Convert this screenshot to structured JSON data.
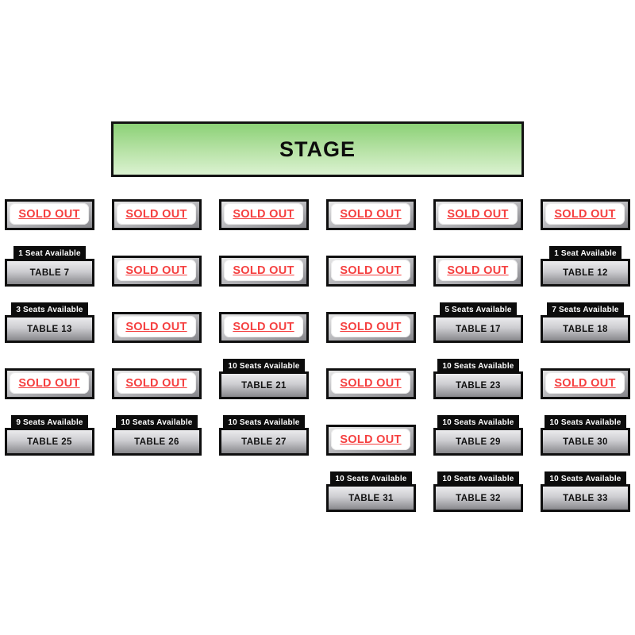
{
  "stage": {
    "label": "STAGE",
    "gradient_top": "#8cd177",
    "gradient_bottom": "#dbf2d1"
  },
  "colors": {
    "sold_out_text": "#f54040",
    "badge_background": "#0c0c0c",
    "badge_text": "#ffffff",
    "border_black": "#0f0f0f",
    "metal_light": "#ebebed",
    "metal_dark": "#88888c"
  },
  "tables": [
    {
      "row": 1,
      "col": 1,
      "status": "sold_out",
      "label": "SOLD OUT"
    },
    {
      "row": 1,
      "col": 2,
      "status": "sold_out",
      "label": "SOLD OUT"
    },
    {
      "row": 1,
      "col": 3,
      "status": "sold_out",
      "label": "SOLD OUT"
    },
    {
      "row": 1,
      "col": 4,
      "status": "sold_out",
      "label": "SOLD OUT"
    },
    {
      "row": 1,
      "col": 5,
      "status": "sold_out",
      "label": "SOLD OUT"
    },
    {
      "row": 1,
      "col": 6,
      "status": "sold_out",
      "label": "SOLD OUT"
    },
    {
      "row": 2,
      "col": 1,
      "status": "available",
      "seats": "1 Seat Available",
      "table": "TABLE 7"
    },
    {
      "row": 2,
      "col": 2,
      "status": "sold_out",
      "label": "SOLD OUT"
    },
    {
      "row": 2,
      "col": 3,
      "status": "sold_out",
      "label": "SOLD OUT"
    },
    {
      "row": 2,
      "col": 4,
      "status": "sold_out",
      "label": "SOLD OUT"
    },
    {
      "row": 2,
      "col": 5,
      "status": "sold_out",
      "label": "SOLD OUT"
    },
    {
      "row": 2,
      "col": 6,
      "status": "available",
      "seats": "1 Seat Available",
      "table": "TABLE 12"
    },
    {
      "row": 3,
      "col": 1,
      "status": "available",
      "seats": "3 Seats Available",
      "table": "TABLE 13"
    },
    {
      "row": 3,
      "col": 2,
      "status": "sold_out",
      "label": "SOLD OUT"
    },
    {
      "row": 3,
      "col": 3,
      "status": "sold_out",
      "label": "SOLD OUT"
    },
    {
      "row": 3,
      "col": 4,
      "status": "sold_out",
      "label": "SOLD OUT"
    },
    {
      "row": 3,
      "col": 5,
      "status": "available",
      "seats": "5 Seats Available",
      "table": "TABLE 17"
    },
    {
      "row": 3,
      "col": 6,
      "status": "available",
      "seats": "7 Seats Available",
      "table": "TABLE 18"
    },
    {
      "row": 4,
      "col": 1,
      "status": "sold_out",
      "label": "SOLD OUT"
    },
    {
      "row": 4,
      "col": 2,
      "status": "sold_out",
      "label": "SOLD OUT"
    },
    {
      "row": 4,
      "col": 3,
      "status": "available",
      "seats": "10 Seats Available",
      "table": "TABLE 21"
    },
    {
      "row": 4,
      "col": 4,
      "status": "sold_out",
      "label": "SOLD OUT"
    },
    {
      "row": 4,
      "col": 5,
      "status": "available",
      "seats": "10 Seats Available",
      "table": "TABLE 23"
    },
    {
      "row": 4,
      "col": 6,
      "status": "sold_out",
      "label": "SOLD OUT"
    },
    {
      "row": 5,
      "col": 1,
      "status": "available",
      "seats": "9 Seats Available",
      "table": "TABLE 25"
    },
    {
      "row": 5,
      "col": 2,
      "status": "available",
      "seats": "10 Seats Available",
      "table": "TABLE 26"
    },
    {
      "row": 5,
      "col": 3,
      "status": "available",
      "seats": "10 Seats Available",
      "table": "TABLE 27"
    },
    {
      "row": 5,
      "col": 4,
      "status": "sold_out",
      "label": "SOLD OUT"
    },
    {
      "row": 5,
      "col": 5,
      "status": "available",
      "seats": "10 Seats Available",
      "table": "TABLE 29"
    },
    {
      "row": 5,
      "col": 6,
      "status": "available",
      "seats": "10 Seats Available",
      "table": "TABLE 30"
    },
    {
      "row": 6,
      "col": 4,
      "status": "available",
      "seats": "10 Seats Available",
      "table": "TABLE 31"
    },
    {
      "row": 6,
      "col": 5,
      "status": "available",
      "seats": "10 Seats Available",
      "table": "TABLE 32"
    },
    {
      "row": 6,
      "col": 6,
      "status": "available",
      "seats": "10 Seats Available",
      "table": "TABLE 33"
    }
  ]
}
